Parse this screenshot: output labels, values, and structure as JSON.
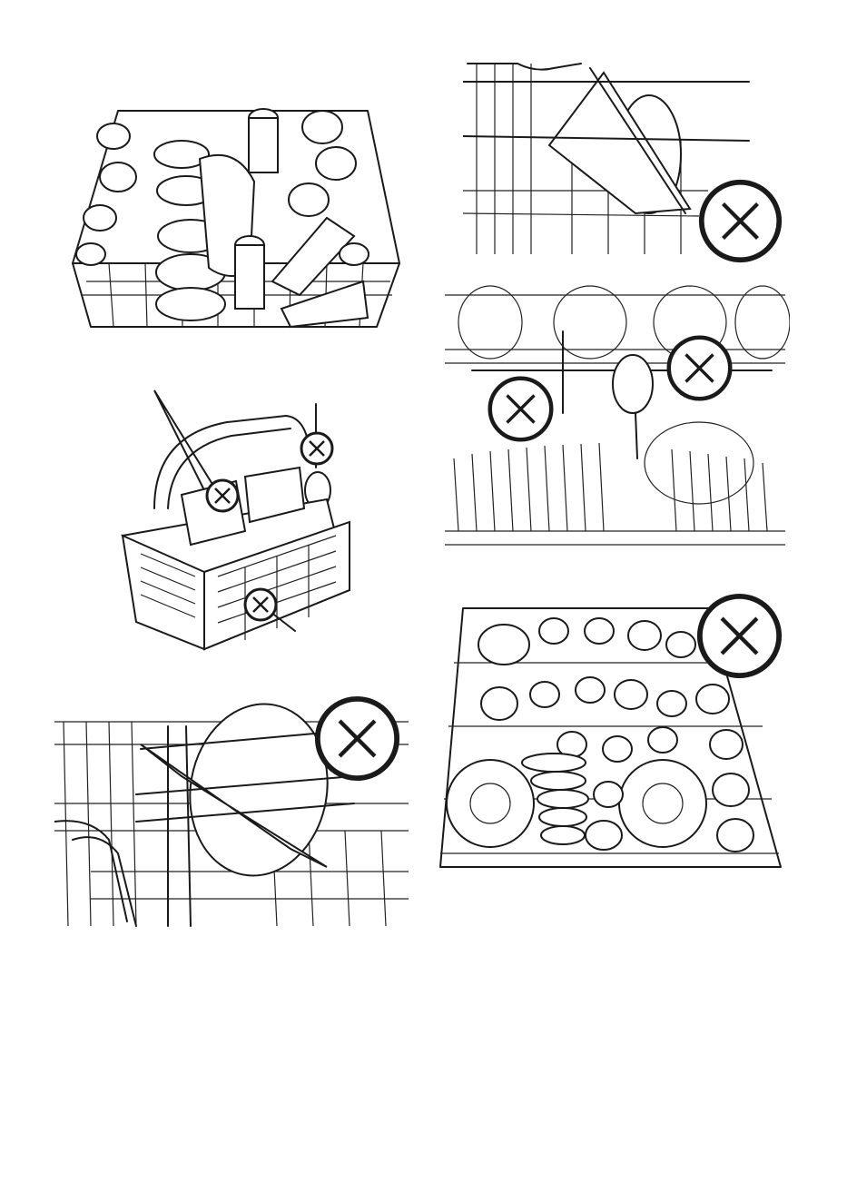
{
  "page": {
    "background": "#ffffff",
    "line_color": "#1a1a1a"
  },
  "figures": [
    {
      "id": "upper-basket-correct",
      "icon": "loaded-upper-basket-illustration"
    },
    {
      "id": "cutlery-basket-wrong",
      "icon": "cutlery-basket-illustration",
      "marks": 3
    },
    {
      "id": "lower-rack-large-plate-wrong",
      "icon": "rack-with-plate-illustration",
      "marks": 1
    },
    {
      "id": "rack-blocked-plate-wrong",
      "icon": "rack-with-plate-illustration",
      "marks": 1
    },
    {
      "id": "spray-arm-blocked-wrong",
      "icon": "spray-arm-blocked-illustration",
      "marks": 2
    },
    {
      "id": "overloaded-basket-wrong",
      "icon": "overloaded-basket-illustration",
      "marks": 1
    }
  ],
  "mark_icon": "wrong-x-icon"
}
